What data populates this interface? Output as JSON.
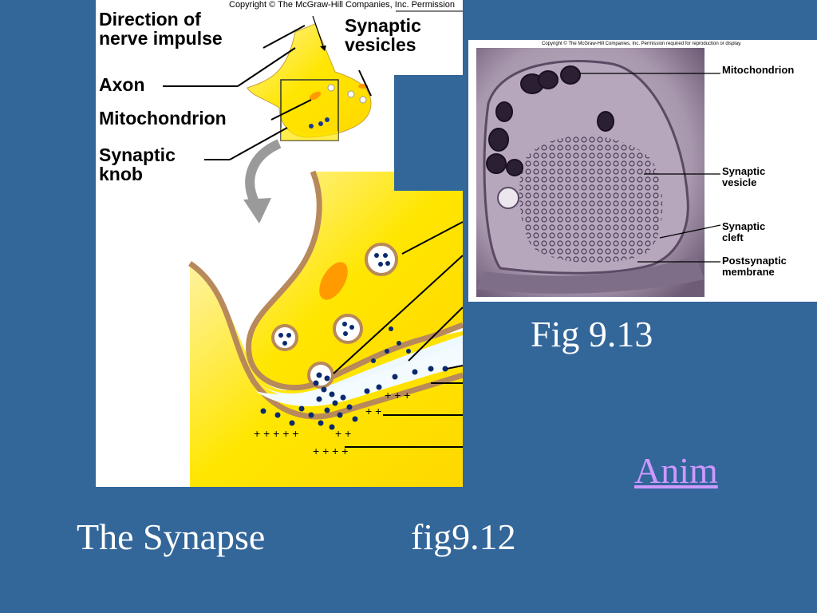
{
  "left_figure": {
    "copyright": "Copyright © The McGraw-Hill Companies, Inc. Permission",
    "labels": {
      "direction": "Direction of\nnerve impulse",
      "axon": "Axon",
      "mitochondrion": "Mitochondrion",
      "synaptic_knob": "Synaptic\nknob",
      "synaptic_vesicles": "Synaptic\nvesicles"
    }
  },
  "right_figure": {
    "copyright": "Copyright © The McGraw-Hill Companies, Inc. Permission required for reproduction or display.",
    "labels": {
      "mitochondrion": "Mitochondrion",
      "synaptic_vesicle": "Synaptic\nvesicle",
      "synaptic_cleft": "Synaptic\ncleft",
      "postsynaptic_membrane": "Postsynaptic\nmembrane"
    }
  },
  "captions": {
    "fig_right": "Fig 9.13",
    "the_synapse": "The Synapse",
    "fig_left": "fig9.12",
    "anim_link": "Anim"
  },
  "colors": {
    "background": "#336699",
    "link": "#cc99ff",
    "neuron_yellow": "#ffe800",
    "membrane_brown": "#b8895a",
    "vesicle_blue": "#0a2a6e"
  }
}
